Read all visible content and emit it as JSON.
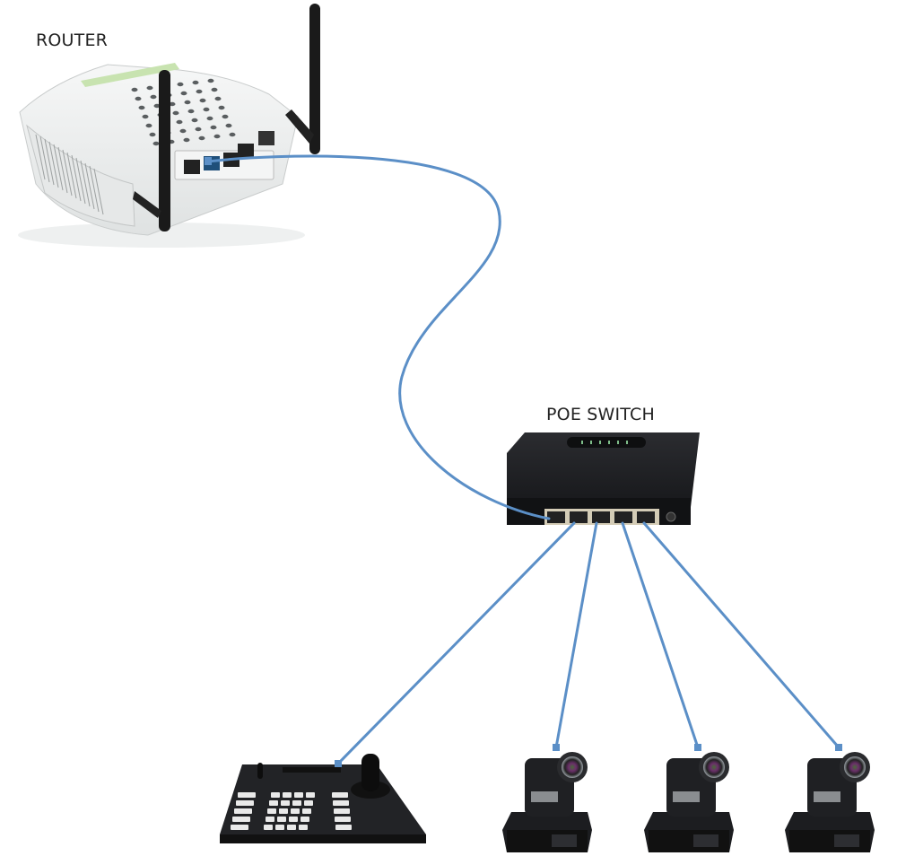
{
  "diagram": {
    "title": "PoE network topology",
    "labels": {
      "router": "ROUTER",
      "poe_switch": "POE SWITCH"
    },
    "devices": [
      {
        "id": "router",
        "type": "wireless-router",
        "antennas": 2,
        "lan_ports": 4,
        "wan_ports": 1
      },
      {
        "id": "poe_switch",
        "type": "poe-switch",
        "ports": 5
      },
      {
        "id": "keyboard",
        "type": "ptz-controller-keyboard"
      },
      {
        "id": "camera1",
        "type": "ptz-camera"
      },
      {
        "id": "camera2",
        "type": "ptz-camera"
      },
      {
        "id": "camera3",
        "type": "ptz-camera"
      }
    ],
    "connections": [
      {
        "from": "router",
        "to": "poe_switch"
      },
      {
        "from": "poe_switch",
        "to": "keyboard"
      },
      {
        "from": "poe_switch",
        "to": "camera1"
      },
      {
        "from": "poe_switch",
        "to": "camera2"
      },
      {
        "from": "poe_switch",
        "to": "camera3"
      }
    ],
    "colors": {
      "cable": "#5b8fc7",
      "device_dark": "#1c1d20",
      "router_body": "#eceeee"
    }
  }
}
